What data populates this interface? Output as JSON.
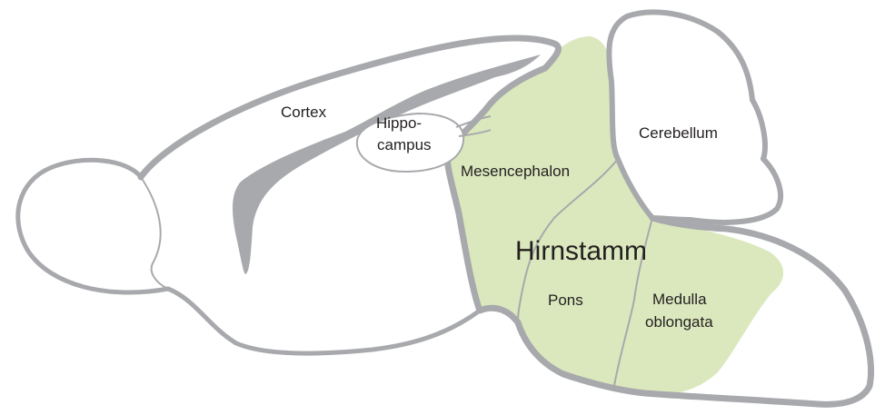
{
  "labels": {
    "cortex": "Cortex",
    "hippocampus_line1": "Hippo-",
    "hippocampus_line2": "campus",
    "cerebellum": "Cerebellum",
    "mesencephalon": "Mesencephalon",
    "brainstem": "Hirnstamm",
    "pons": "Pons",
    "medulla_line1": "Medulla",
    "medulla_line2": "oblongata"
  },
  "colors": {
    "outline": "#a7a9ac",
    "ventricle": "#a7a9ac",
    "brainstem_fill": "#dbe8bd",
    "background": "#ffffff",
    "text": "#231f20"
  }
}
